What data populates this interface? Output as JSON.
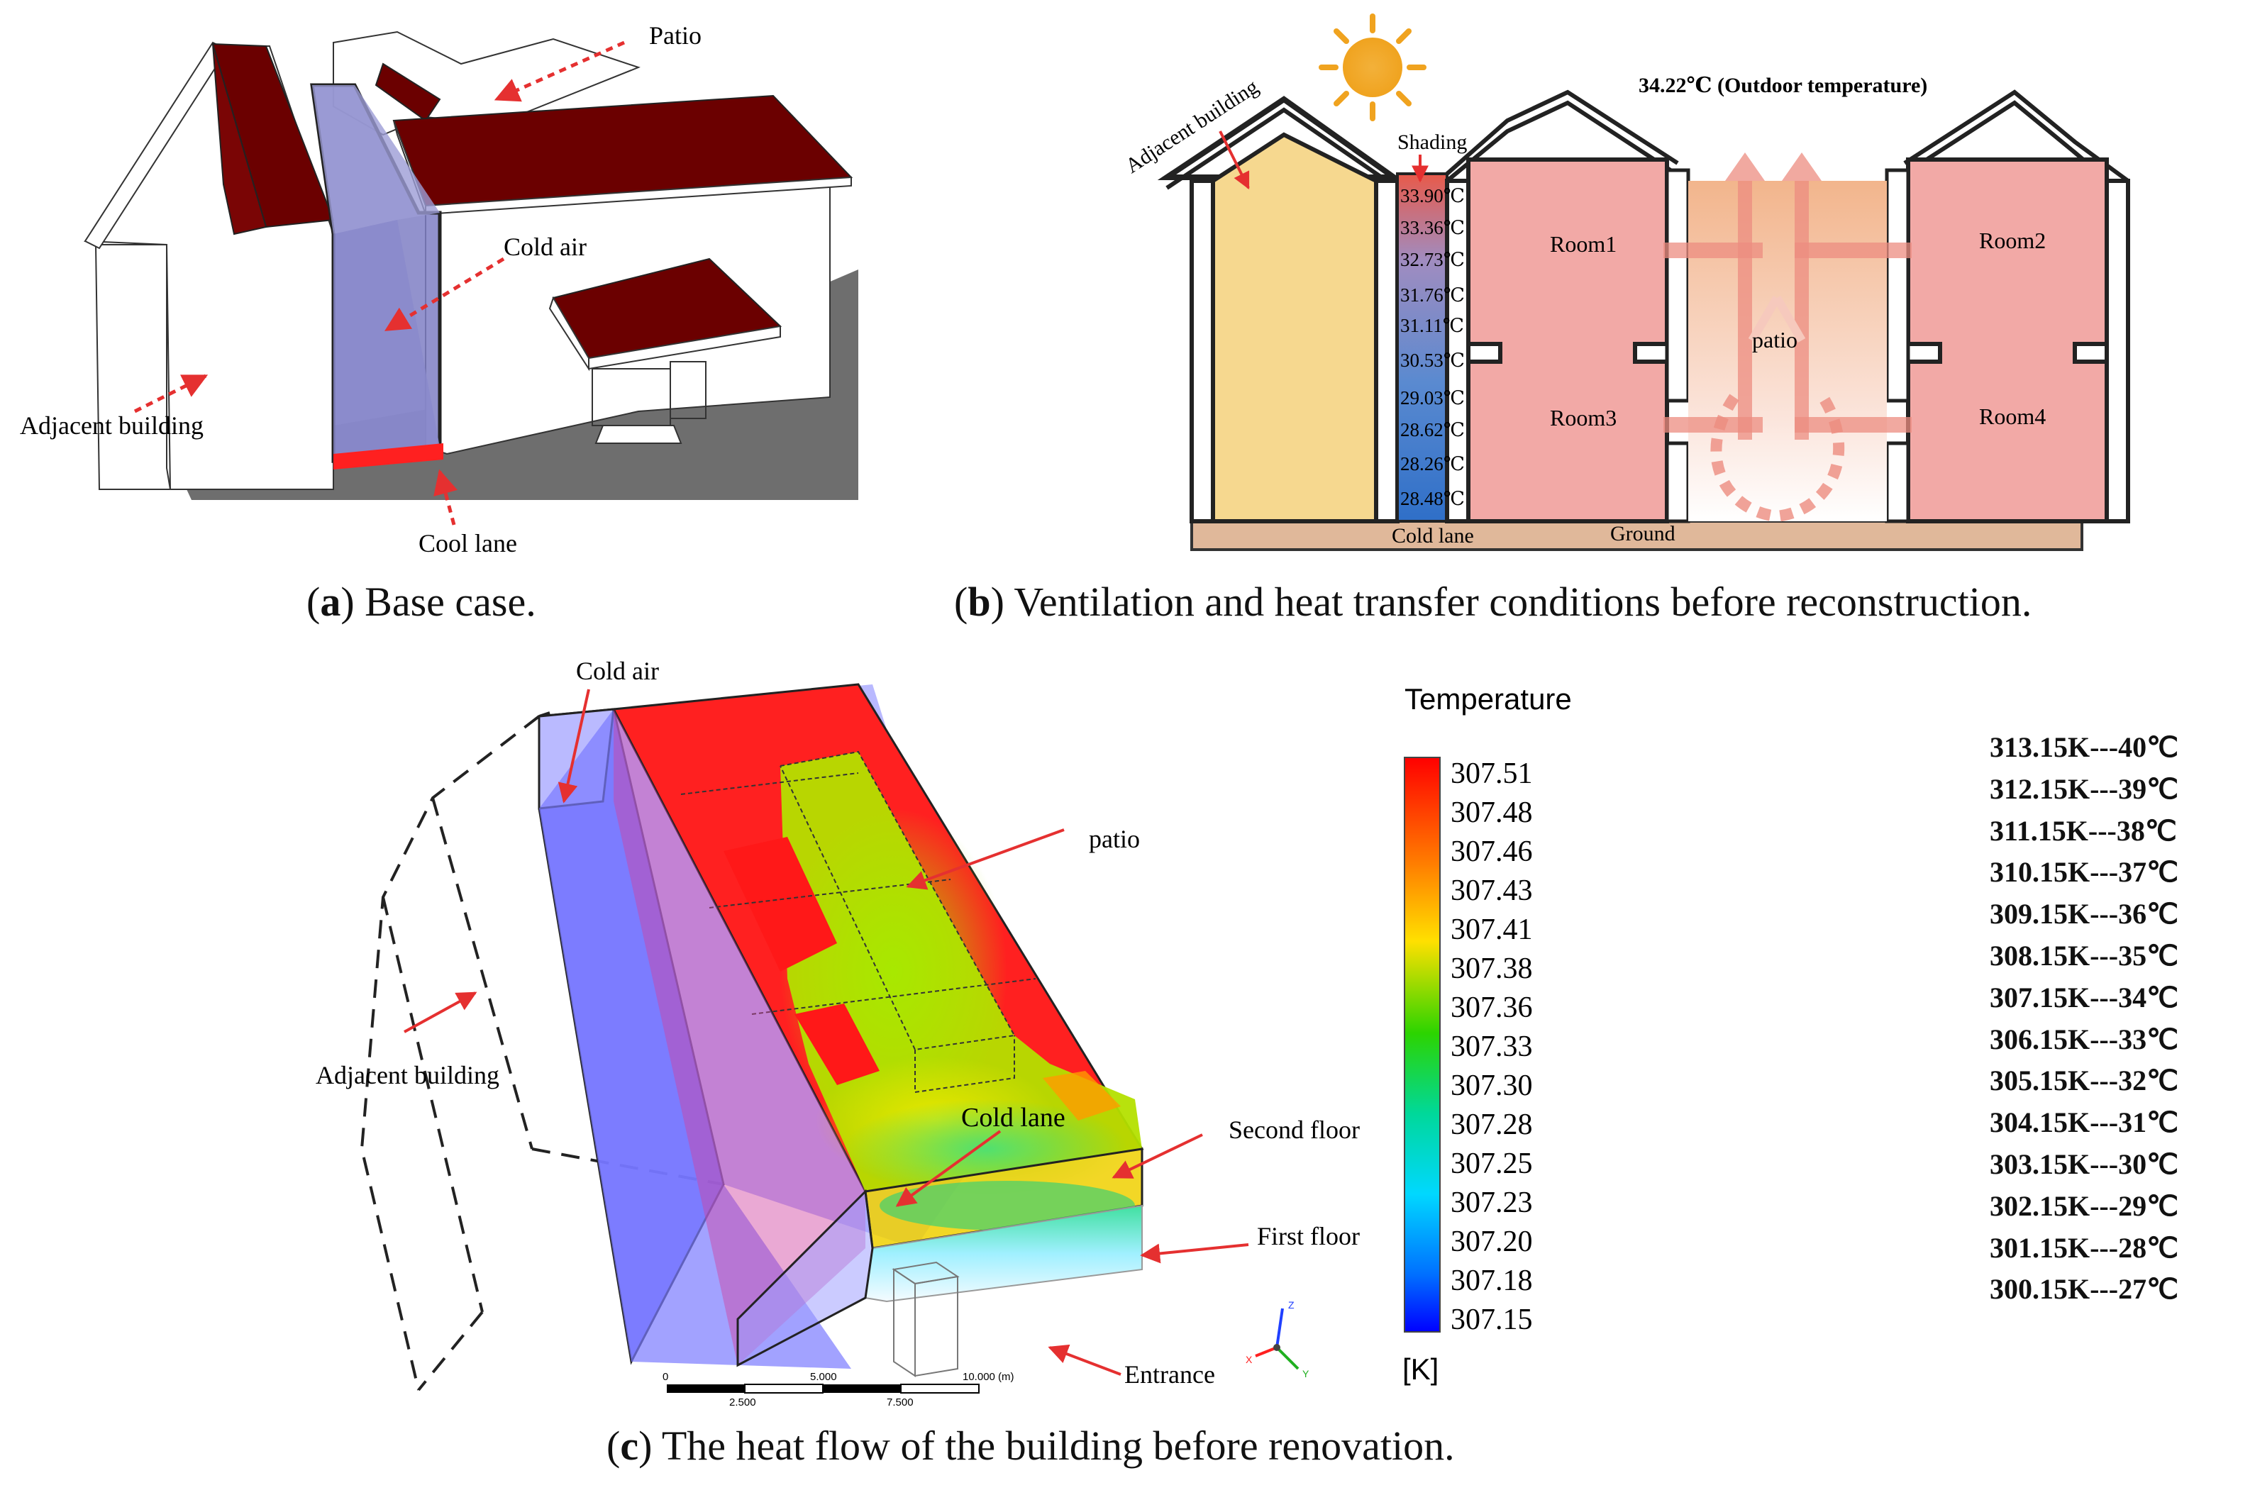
{
  "panel_a": {
    "labels": {
      "patio": "Patio",
      "cold_air": "Cold air",
      "adjacent_building": "Adjacent building",
      "cool_lane": "Cool lane"
    },
    "caption_letter": "a",
    "caption_text": "Base case."
  },
  "panel_b": {
    "adjacent_building": "Adjacent building",
    "shading": "Shading",
    "outdoor": "34.22℃ (Outdoor temperature)",
    "lane_temps": [
      "33.90℃",
      "33.36℃",
      "32.73℃",
      "31.76℃",
      "31.11℃",
      "30.53℃",
      "29.03℃",
      "28.62℃",
      "28.26℃",
      "28.48℃"
    ],
    "rooms": [
      "Room1",
      "Room2",
      "Room3",
      "Room4"
    ],
    "patio": "patio",
    "cold_lane": "Cold lane",
    "ground": "Ground",
    "caption_letter": "b",
    "caption_text": "Ventilation and heat transfer conditions before reconstruction."
  },
  "panel_c": {
    "labels": {
      "cold_air": "Cold air",
      "patio": "patio",
      "adjacent_building": "Adjacent building",
      "cold_lane": "Cold lane",
      "second_floor": "Second floor",
      "first_floor": "First floor",
      "entrance": "Entrance"
    },
    "scale_labels": [
      "0",
      "2.500",
      "5.000",
      "7.500",
      "10.000 (m)"
    ],
    "axis_labels": [
      "Z",
      "X",
      "Y"
    ],
    "legend": {
      "title": "Temperature",
      "unit": "[K]",
      "values": [
        "307.51",
        "307.48",
        "307.46",
        "307.43",
        "307.41",
        "307.38",
        "307.36",
        "307.33",
        "307.30",
        "307.28",
        "307.25",
        "307.23",
        "307.20",
        "307.18",
        "307.15"
      ]
    },
    "kelvin_table": [
      "313.15K---40℃",
      "312.15K---39℃",
      "311.15K---38℃",
      "310.15K---37℃",
      "309.15K---36℃",
      "308.15K---35℃",
      "307.15K---34℃",
      "306.15K---33℃",
      "305.15K---32℃",
      "304.15K---31℃",
      "303.15K---30℃",
      "302.15K---29℃",
      "301.15K---28℃",
      "300.15K---27℃"
    ],
    "caption_letter": "c",
    "caption_text": "The heat flow of the building before renovation."
  },
  "colors": {
    "roof": "#6b0000",
    "cold_air": "#7f7fc4",
    "cool_lane": "#ff2020",
    "room": "#f2a9a6",
    "adjacent": "#f6d88f",
    "ground": "#e0b89a",
    "arrow": "#e53030"
  }
}
